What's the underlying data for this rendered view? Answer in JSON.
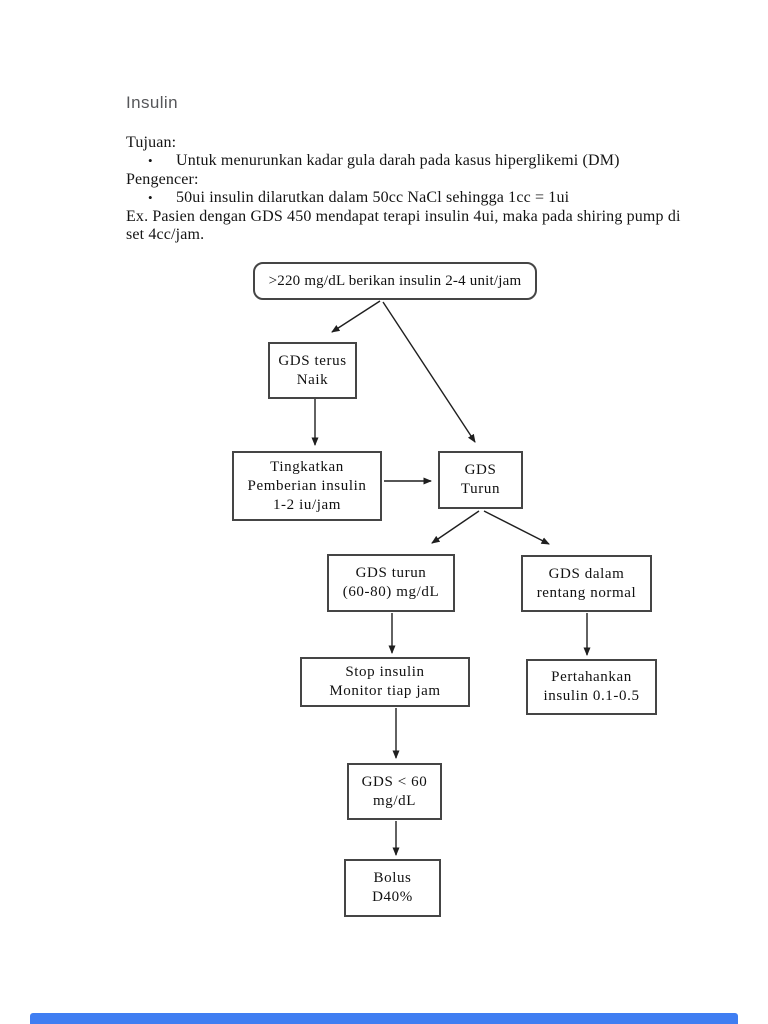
{
  "page": {
    "title": "Insulin"
  },
  "intro": {
    "bullet_glyph": "•",
    "lines": [
      {
        "type": "plain",
        "text": "Tujuan:"
      },
      {
        "type": "bullet",
        "text": "Untuk menurunkan kadar gula darah pada kasus hiperglikemi (DM)"
      },
      {
        "type": "plain",
        "text": "Pengencer:"
      },
      {
        "type": "bullet",
        "text": "50ui insulin dilarutkan dalam 50cc NaCl sehingga 1cc = 1ui"
      },
      {
        "type": "plain",
        "text": "Ex. Pasien dengan GDS 450 mendapat terapi insulin 4ui, maka pada shiring pump di"
      },
      {
        "type": "plain",
        "text": "set 4cc/jam."
      }
    ]
  },
  "flowchart": {
    "nodes": [
      {
        "id": "start",
        "shape": "rounded",
        "lines": [
          ">220 mg/dL berikan insulin 2-4 unit/jam"
        ]
      },
      {
        "id": "gds-terus-naik",
        "shape": "rect",
        "lines": [
          "GDS terus",
          "Naik"
        ]
      },
      {
        "id": "tingkatkan",
        "shape": "rect",
        "lines": [
          "Tingkatkan",
          "Pemberian insulin",
          "1-2 iu/jam"
        ]
      },
      {
        "id": "gds-turun",
        "shape": "rect",
        "lines": [
          "GDS",
          "Turun"
        ]
      },
      {
        "id": "gds-turun-60-80",
        "shape": "rect",
        "lines": [
          "GDS turun",
          "(60-80) mg/dL"
        ]
      },
      {
        "id": "gds-dalam-normal",
        "shape": "rect",
        "lines": [
          "GDS dalam",
          "rentang normal"
        ]
      },
      {
        "id": "stop-insulin",
        "shape": "rect",
        "lines": [
          "Stop insulin",
          "Monitor tiap jam"
        ]
      },
      {
        "id": "pertahankan",
        "shape": "rect",
        "lines": [
          "Pertahankan",
          "insulin 0.1-0.5"
        ]
      },
      {
        "id": "gds-lt-60",
        "shape": "rect",
        "lines": [
          "GDS < 60",
          "mg/dL"
        ]
      },
      {
        "id": "bolus",
        "shape": "rect",
        "lines": [
          "Bolus",
          "D40%"
        ]
      }
    ],
    "edges": [
      {
        "from": "start",
        "to": "gds-terus-naik"
      },
      {
        "from": "start",
        "to": "gds-turun"
      },
      {
        "from": "gds-terus-naik",
        "to": "tingkatkan"
      },
      {
        "from": "tingkatkan",
        "to": "gds-turun"
      },
      {
        "from": "gds-turun",
        "to": "gds-turun-60-80"
      },
      {
        "from": "gds-turun",
        "to": "gds-dalam-normal"
      },
      {
        "from": "gds-turun-60-80",
        "to": "stop-insulin"
      },
      {
        "from": "gds-dalam-normal",
        "to": "pertahankan"
      },
      {
        "from": "stop-insulin",
        "to": "gds-lt-60"
      },
      {
        "from": "gds-lt-60",
        "to": "bolus"
      }
    ]
  },
  "colors": {
    "accent_bar": "#3f7ef2",
    "box_border": "#454545",
    "body_text": "#141414",
    "heading_text": "#56575a"
  }
}
